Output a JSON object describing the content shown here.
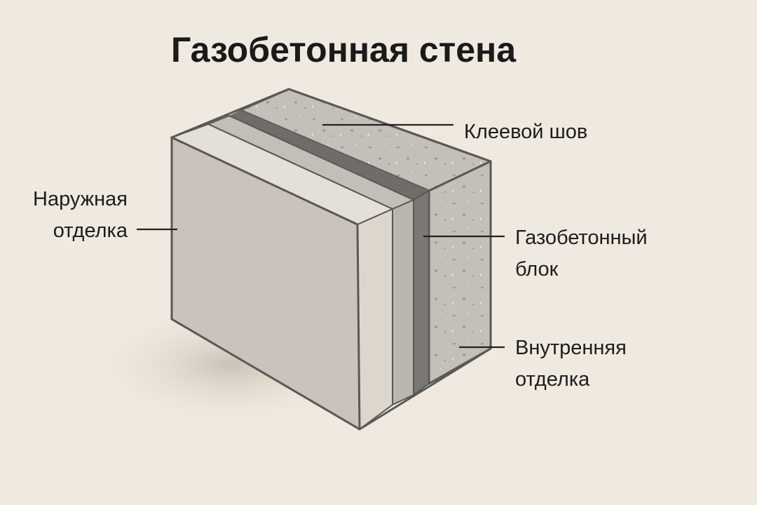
{
  "title": "Газобетонная стена",
  "labels": {
    "glue_seam": "Клеевой шов",
    "outer_finish": [
      "Наружная",
      "отделка"
    ],
    "block": [
      "Газобетонный",
      "блок"
    ],
    "inner_finish": [
      "Внутренняя",
      "отделка"
    ]
  },
  "colors": {
    "background": "#efe9df",
    "outer_finish": "#c9c3bb",
    "glue_seam": "#7a7874",
    "block": "#bdb8b1"
  }
}
